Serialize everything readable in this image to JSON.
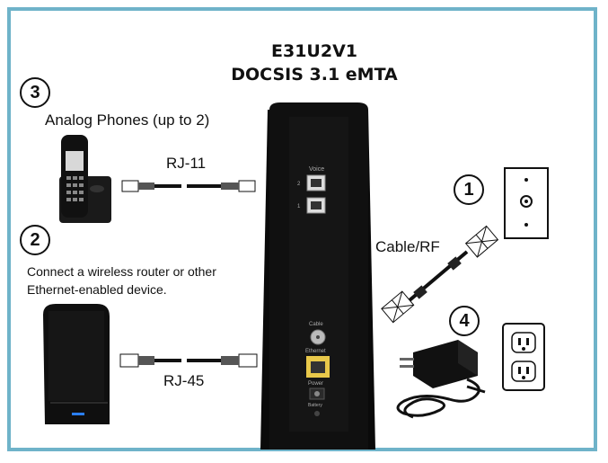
{
  "title": {
    "model": "E31U2V1",
    "subtitle": "DOCSIS 3.1 eMTA"
  },
  "steps": [
    {
      "num": "3",
      "label": "Analog Phones (up to 2)"
    },
    {
      "num": "2",
      "label_line1": "Connect a wireless router or other",
      "label_line2": "Ethernet-enabled device."
    },
    {
      "num": "1"
    },
    {
      "num": "4"
    }
  ],
  "cables": {
    "rj11": "RJ-11",
    "rj45": "RJ-45",
    "coax": "Cable/RF"
  },
  "modem_ports": {
    "voice": "Voice",
    "line2": "2",
    "line1": "1",
    "cable": "Cable",
    "ethernet": "Ethernet",
    "power": "Power",
    "battery": "Battery"
  },
  "colors": {
    "frame": "#6fb3c9",
    "modem": "#111111",
    "ethernet_port": "#e8c84a",
    "router_led": "#2a7fff"
  }
}
